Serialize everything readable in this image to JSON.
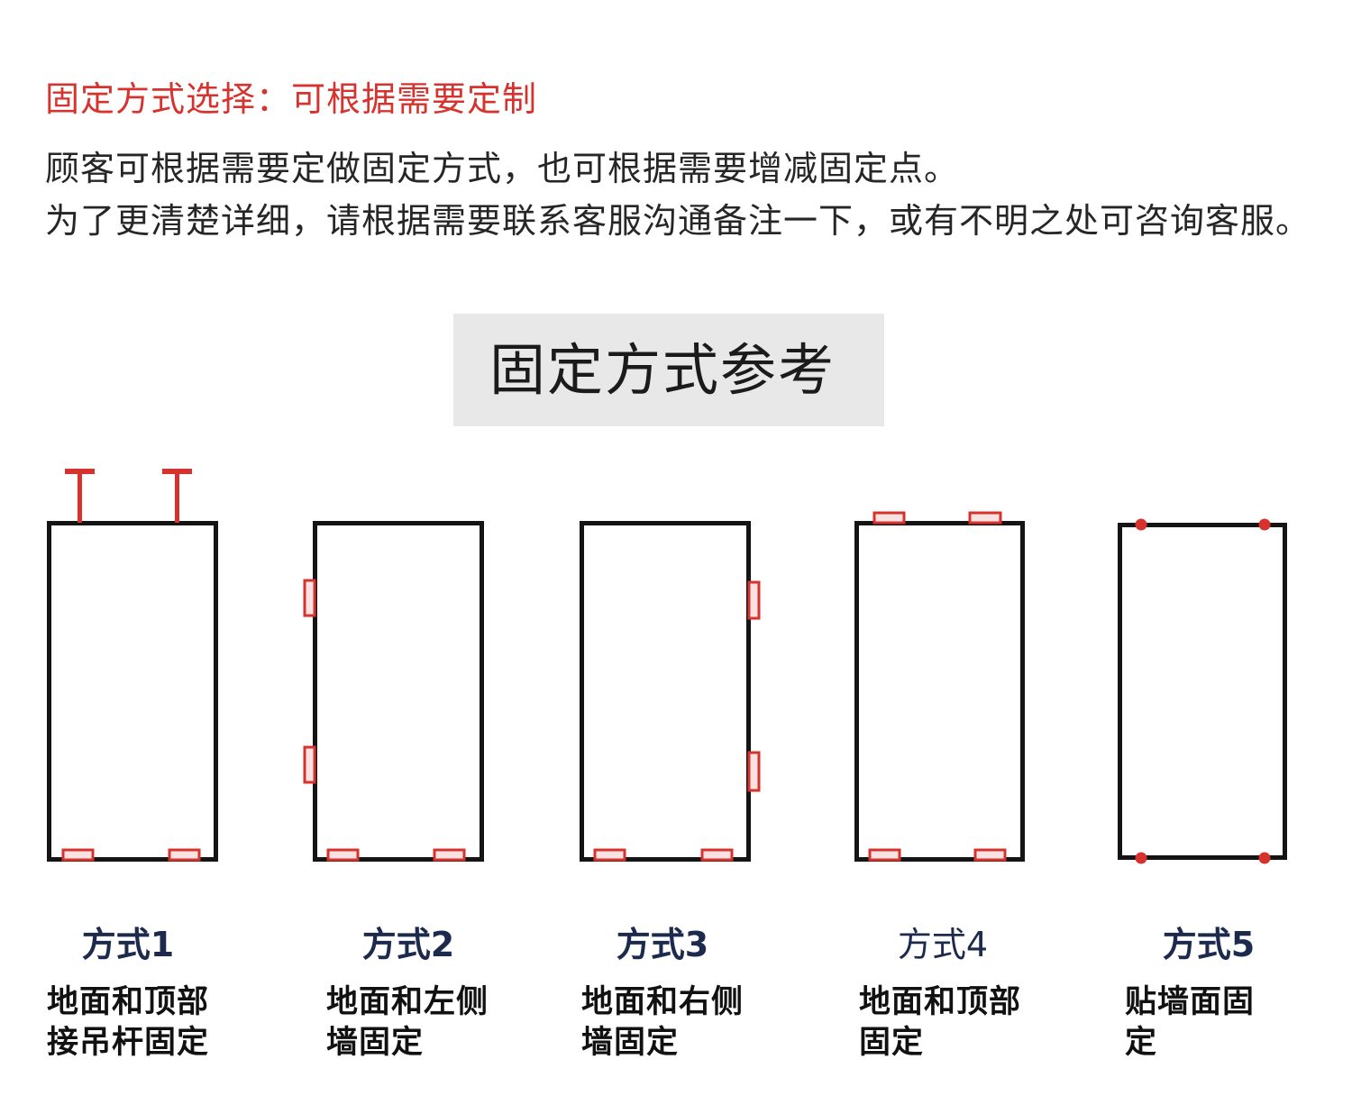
{
  "header": {
    "title": "固定方式选择：可根据需要定制",
    "lines": [
      "顾客可根据需要定做固定方式，也可根据需要增减固定点。",
      "为了更清楚详细，请根据需要联系客服沟通备注一下，或有不明之处可咨询客服。"
    ]
  },
  "reference_title": "固定方式参考",
  "methods": [
    {
      "label": "方式1",
      "desc": [
        "地面和顶部",
        "接吊杆固定"
      ]
    },
    {
      "label": "方式2",
      "desc": [
        "地面和左侧",
        "墙固定"
      ]
    },
    {
      "label": "方式3",
      "desc": [
        "地面和右侧",
        "墙固定"
      ]
    },
    {
      "label": "方式4",
      "desc": [
        "地面和顶部",
        "固定"
      ]
    },
    {
      "label": "方式5",
      "desc": [
        "贴墙面固",
        "定"
      ]
    }
  ],
  "colors": {
    "accent": "#d6332f",
    "label": "#1c2a4e",
    "frame": "#141414",
    "reference_bg": "#e8e8e8",
    "fixing_fill": "#fbe2e2"
  }
}
